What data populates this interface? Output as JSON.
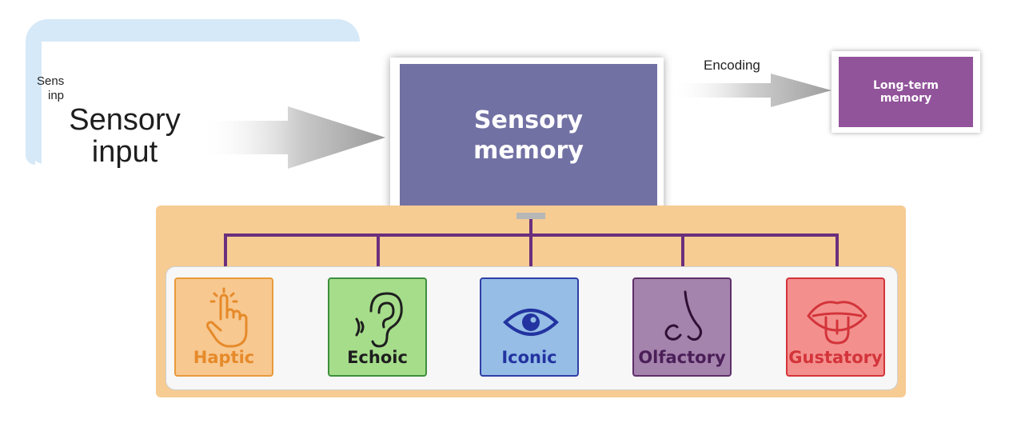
{
  "input": {
    "small_line1": "Sens",
    "small_line2": "inp",
    "big_line1": "Sensory",
    "big_line2": "input"
  },
  "sensory_memory": {
    "line1": "Sensory",
    "line2": "memory"
  },
  "encoding": {
    "label": "Encoding"
  },
  "long_term": {
    "line1": "Long-term",
    "line2": "memory"
  },
  "senses": [
    {
      "label": "Haptic",
      "icon": "hand-pointer-icon",
      "bg": "#f7c890",
      "border": "#e99a3b",
      "text": "#e68a2a"
    },
    {
      "label": "Echoic",
      "icon": "ear-icon",
      "bg": "#a6dd8b",
      "border": "#3d8f3d",
      "text": "#1e1e1e"
    },
    {
      "label": "Iconic",
      "icon": "eye-icon",
      "bg": "#95bde6",
      "border": "#2f3fa6",
      "text": "#2333a0"
    },
    {
      "label": "Olfactory",
      "icon": "nose-icon",
      "bg": "#a483ac",
      "border": "#5e2f6a",
      "text": "#4a1f58"
    },
    {
      "label": "Gustatory",
      "icon": "mouth-tongue-icon",
      "bg": "#f3908e",
      "border": "#d3343a",
      "text": "#d3343a"
    }
  ],
  "colors": {
    "sensory_memory": "#7271a4",
    "long_term_memory": "#91539a",
    "connector_lines": "#6b2f7d",
    "panel": "#f6cc93",
    "input_shape": "#d6e9f8"
  }
}
